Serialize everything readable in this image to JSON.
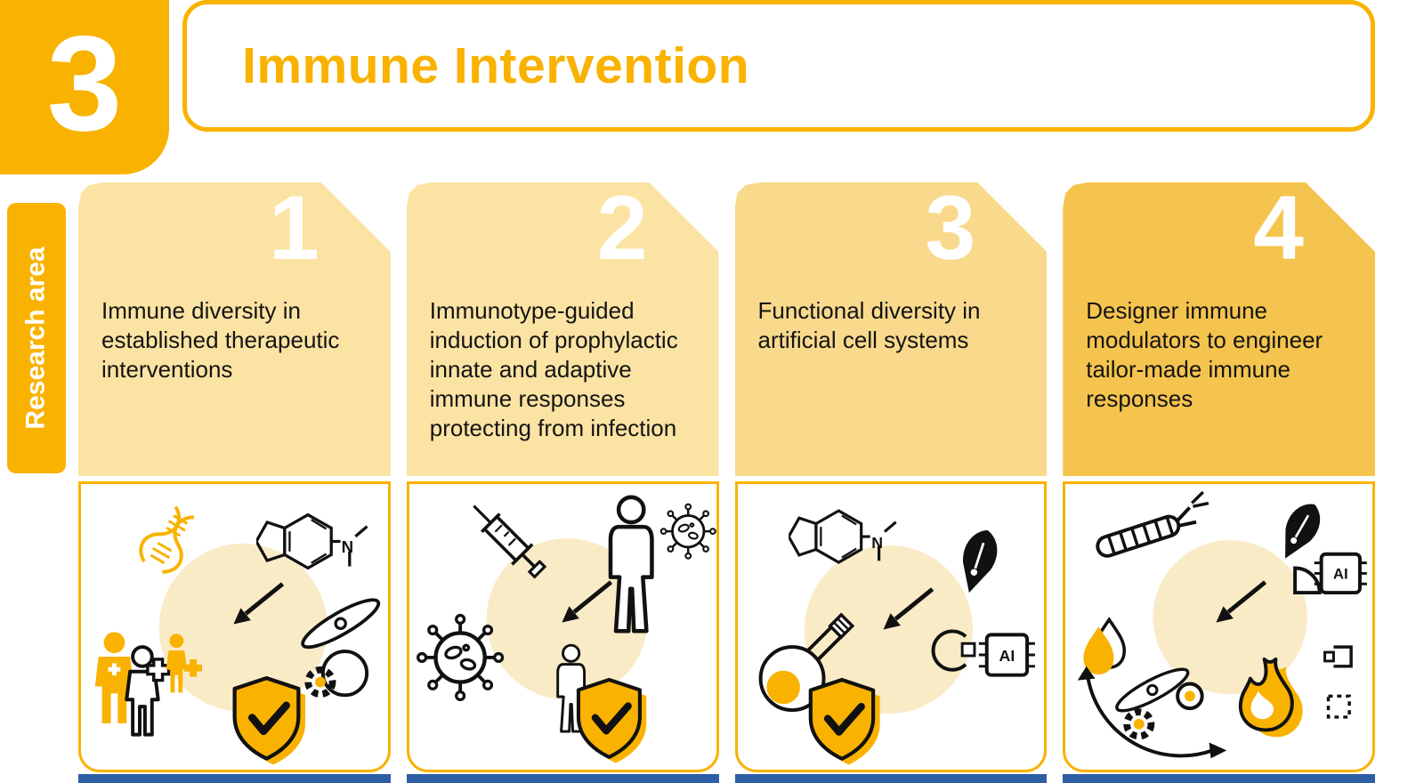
{
  "page": {
    "badge_number": "3",
    "title": "Immune Intervention",
    "sidebar_label": "Research area"
  },
  "icons": {
    "ai_label": "AI",
    "n_label": "N"
  },
  "colors": {
    "brand_yellow": "#F9B200",
    "card_bg_light": "#FBE3A3",
    "card_bg_medium": "#F9D98C",
    "card_bg_dark": "#F5C44E",
    "icon_circle_bg": "#FAEBC7",
    "number_color": "#FFFFFF",
    "text_color": "#141414",
    "bottom_strip_blue": "#2E5EA6"
  },
  "cards": [
    {
      "number": "1",
      "text": "Immune diversity in established therapeutic interventions",
      "icons": [
        "dna-icon",
        "molecule-icon",
        "patient-group-icon",
        "medical-cross-icon",
        "arrow-icon",
        "cell-icon",
        "gear-icon",
        "shield-check-icon"
      ]
    },
    {
      "number": "2",
      "text": "Immunotype-guided induction of prophylactic innate and adaptive immune responses protecting from infection",
      "icons": [
        "syringe-icon",
        "person-icon",
        "virus-icon",
        "arrow-icon",
        "person-shield-icon",
        "shield-check-icon"
      ]
    },
    {
      "number": "3",
      "text": "Functional diversity in artificial cell systems",
      "icons": [
        "molecule-icon",
        "flask-icon",
        "pen-icon",
        "sensor-icon",
        "ai-chip-icon",
        "arrow-icon",
        "shield-check-icon"
      ]
    },
    {
      "number": "4",
      "text": "Designer immune modulators to engineer tailor-made immune responses",
      "icons": [
        "dna-ladder-icon",
        "pen-icon",
        "ai-chip-icon",
        "receptor-icon",
        "arrow-icon",
        "droplet-icon",
        "cell-icon",
        "gear-icon",
        "flame-icon",
        "cycle-arrow-icon",
        "bracket-icon"
      ]
    }
  ]
}
